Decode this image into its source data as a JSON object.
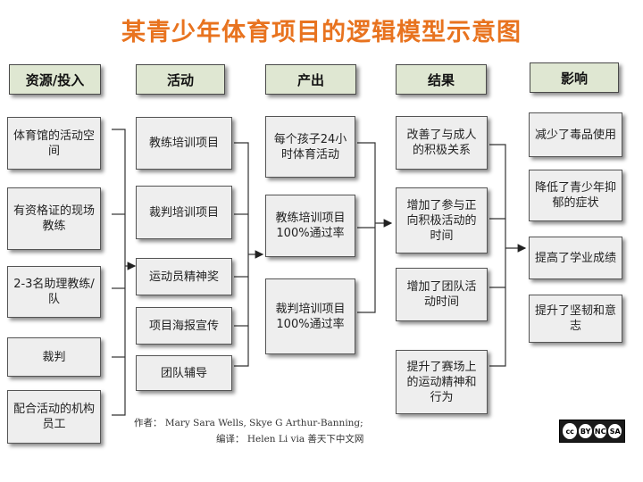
{
  "title": "某青少年体育项目的逻辑模型示意图",
  "columns": {
    "inputs": {
      "header": "资源/投入",
      "items": [
        "体育馆的活动空间",
        "有资格证的现场教练",
        "2-3名助理教练/队",
        "裁判",
        "配合活动的机构员工"
      ]
    },
    "activities": {
      "header": "活动",
      "items": [
        "教练培训项目",
        "裁判培训项目",
        "运动员精神奖",
        "项目海报宣传",
        "团队辅导"
      ]
    },
    "outputs": {
      "header": "产出",
      "items": [
        "每个孩子24小时体育活动",
        "教练培训项目100%通过率",
        "裁判培训项目100%通过率"
      ]
    },
    "outcomes": {
      "header": "结果",
      "items": [
        "改善了与成人的积极关系",
        "增加了参与正向积极活动的时间",
        "增加了团队活动时间",
        "提升了赛场上的运动精神和行为"
      ]
    },
    "impact": {
      "header": "影响",
      "items": [
        "减少了毒品使用",
        "降低了青少年抑郁的症状",
        "提高了学业成绩",
        "提升了坚韧和意志"
      ]
    }
  },
  "credits": {
    "authors": "作者：  Mary Sara Wells,   Skye G Arthur-Banning;",
    "translator": "编译：  Helen Li via 善天下中文网"
  },
  "license_badge": {
    "cc": "cc",
    "by": "BY",
    "nc": "NC",
    "sa": "SA"
  }
}
